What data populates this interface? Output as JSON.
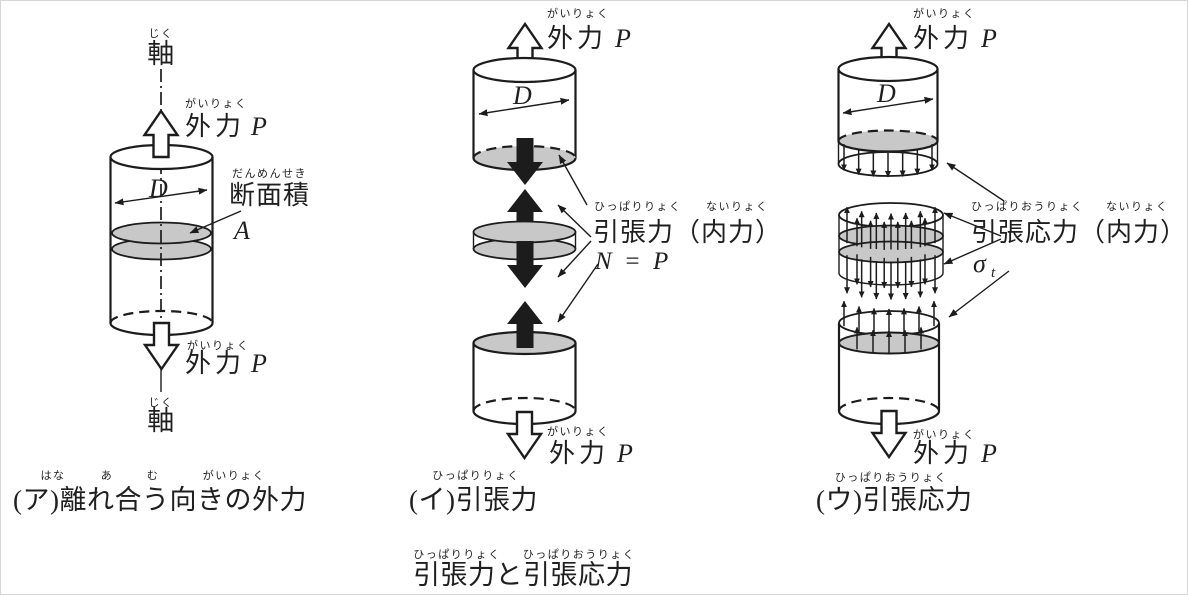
{
  "panels": {
    "a": {
      "caption": "(ア)離れ合う向きの外力",
      "caption_ruby": [
        "はな",
        "あ",
        "む",
        "がいりょく"
      ],
      "axis": {
        "ruby": "じく",
        "label": "軸"
      },
      "force": {
        "ruby": "がいりょく",
        "label": "外力",
        "symbol": "P"
      },
      "diameter": {
        "label": "D"
      },
      "area": {
        "ruby": "だんめんせき",
        "label": "断面積",
        "symbol": "A"
      }
    },
    "b": {
      "caption": "(イ)引張力",
      "caption_ruby": "ひっぱりりょく",
      "force": {
        "ruby": "がいりょく",
        "label": "外力",
        "symbol": "P"
      },
      "diameter": {
        "label": "D"
      },
      "tension": {
        "ruby": "ひっぱりりょく",
        "ruby2": "ないりょく",
        "label": "引張力（内力）",
        "equation": "N = P"
      }
    },
    "c": {
      "caption": "(ウ)引張応力",
      "caption_ruby": "ひっぱりおうりょく",
      "force": {
        "ruby": "がいりょく",
        "label": "外力",
        "symbol": "P"
      },
      "diameter": {
        "label": "D"
      },
      "stress": {
        "ruby": "ひっぱりおうりょく",
        "ruby2": "ないりょく",
        "label": "引張応力（内力）",
        "symbol": "σ",
        "symbol_sub": "t"
      }
    }
  },
  "footer": {
    "ruby_left": "ひっぱりりょく",
    "ruby_right": "ひっぱりおうりょく",
    "text": "引張力と引張応力"
  },
  "colors": {
    "line": "#1c1c1c",
    "cut_surface_gray": "#c8c8c8",
    "background": "#ffffff"
  }
}
